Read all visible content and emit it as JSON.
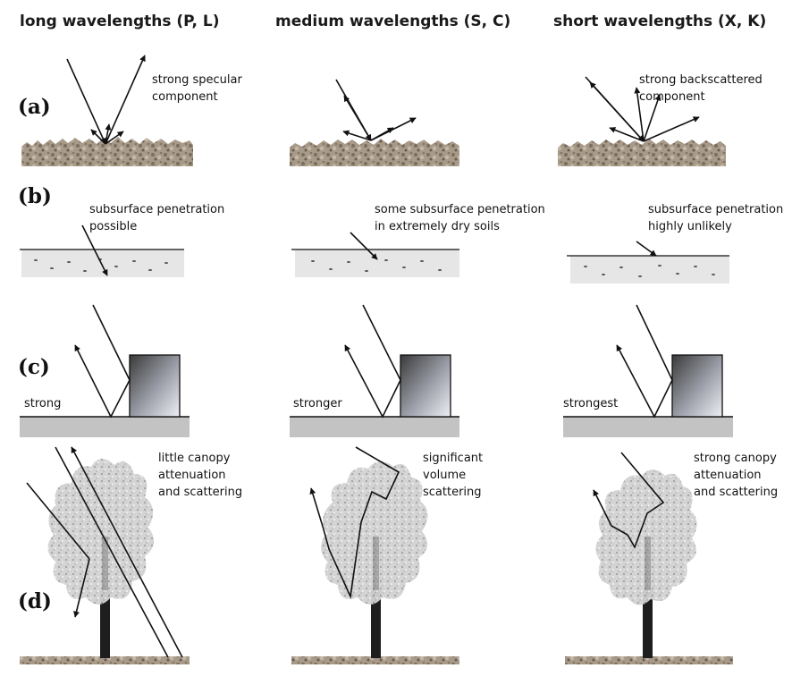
{
  "columns": [
    {
      "header": "long wavelengths (P, L)"
    },
    {
      "header": "medium wavelengths (S, C)"
    },
    {
      "header": "short wavelengths (X, K)"
    }
  ],
  "rows": [
    {
      "label": "(a)",
      "notes": [
        "strong specular\ncomponent",
        "",
        "strong backscattered\ncomponent"
      ]
    },
    {
      "label": "(b)",
      "notes": [
        "subsurface penetration\npossible",
        "some subsurface penetration\nin extremely dry soils",
        "subsurface penetration\nhighly unlikely"
      ]
    },
    {
      "label": "(c)",
      "notes": [
        "strong",
        "stronger",
        "strongest"
      ]
    },
    {
      "label": "(d)",
      "notes": [
        "little canopy\nattenuation\nand scattering",
        "significant\nvolume\nscattering",
        "strong canopy\nattenuation\nand scattering"
      ]
    }
  ],
  "colors": {
    "soil": "#9a8a78",
    "subsurface": "#e6e6e6",
    "ground": "#c3c3c3",
    "canopy": "#d4d4d4",
    "trunk": "#1e1e1e",
    "arrow": "#111111"
  }
}
